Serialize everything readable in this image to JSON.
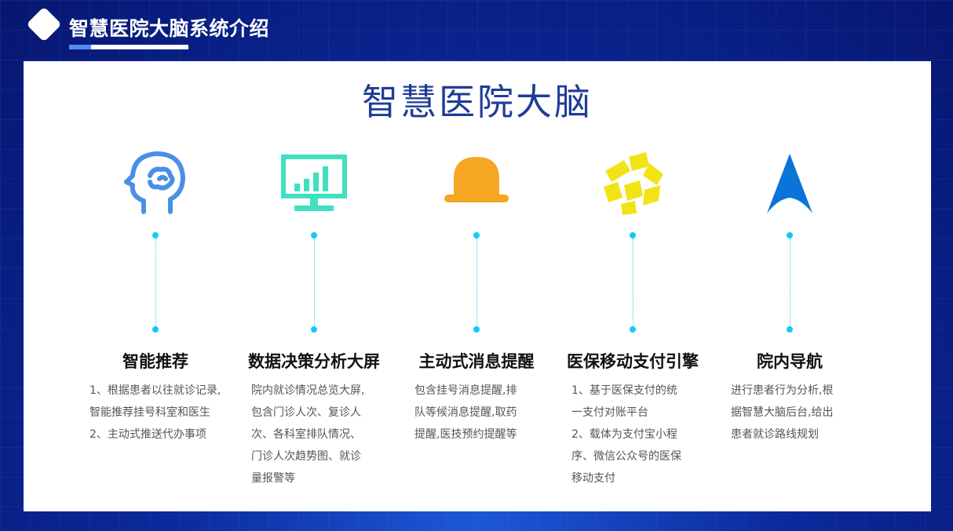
{
  "header": {
    "title": "智慧医院大脑系统介绍"
  },
  "main": {
    "title": "智慧医院大脑"
  },
  "colors": {
    "accent_dot": "#18c8f0",
    "title_blue": "#1f3c97"
  },
  "features": [
    {
      "icon": "brain-head-icon",
      "title": "智能推荐",
      "desc": [
        "1、根据患者以往就诊记录,",
        "智能推荐挂号科室和医生",
        "2、主动式推送代办事项"
      ]
    },
    {
      "icon": "monitor-chart-icon",
      "title": "数据决策分析大屏",
      "desc": [
        "院内就诊情况总览大屏,",
        "包含门诊人次、复诊人",
        "次、各科室排队情况、",
        "门诊人次趋势图、就诊",
        "量报警等"
      ]
    },
    {
      "icon": "bell-icon",
      "title": "主动式消息提醒",
      "desc": [
        "包含挂号消息提醒,排",
        "队等候消息提醒,取药",
        "提醒,医技预约提醒等"
      ]
    },
    {
      "icon": "payment-puzzle-icon",
      "title": "医保移动支付引擎",
      "desc": [
        "1、基于医保支付的统",
        "一支付对账平台",
        "2、载体为支付宝小程",
        "序、微信公众号的医保",
        "移动支付"
      ]
    },
    {
      "icon": "navigation-arrow-icon",
      "title": "院内导航",
      "desc": [
        "进行患者行为分析,根",
        "据智慧大脑后台,给出",
        "患者就诊路线规划"
      ]
    }
  ]
}
